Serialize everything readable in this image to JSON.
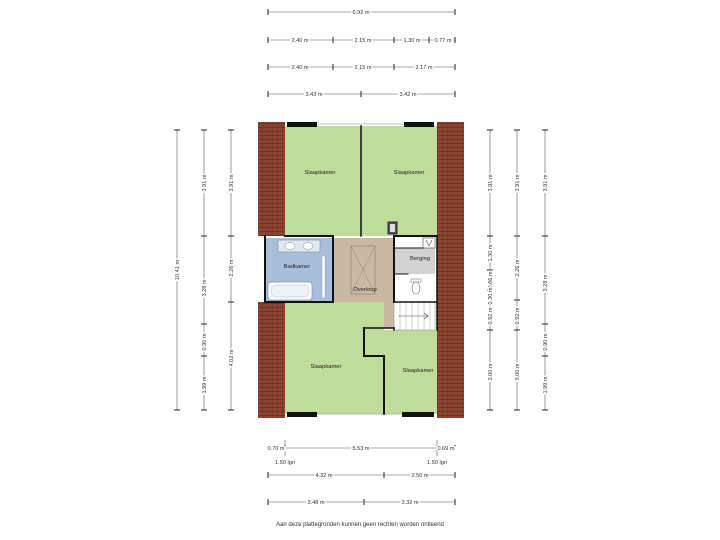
{
  "colors": {
    "bedroom": "#bfdc9a",
    "bathroom": "#a9bfd9",
    "landing": "#c9b8a2",
    "storage": "#d2d2d2",
    "roof": "#8e4432",
    "wall": "#111111",
    "stairs": "#ffffff"
  },
  "dimensions": {
    "top": {
      "overall": "6.92 m",
      "row1": [
        "2.40 m",
        "2.15 m",
        "1.30 m",
        "0.77 m"
      ],
      "row2": [
        "2.40 m",
        "2.15 m",
        "2.17 m"
      ],
      "row3": [
        "3.43 m",
        "3.42 m"
      ]
    },
    "left": {
      "overall": "10.41 m",
      "col1": [
        "3.91 m",
        "3.28 m",
        "0.90 m",
        "1.99 m"
      ],
      "col2": [
        "3.91 m",
        "2.26 m",
        "4.02 m"
      ]
    },
    "right": {
      "col1": [
        "3.91 m",
        "1.30 m",
        "0.66 m",
        "0.30 m",
        "0.92 m",
        "3.00 m"
      ],
      "col2": [
        "3.91 m",
        "2.26 m",
        "0.92 m",
        "3.00 m"
      ],
      "col3": [
        "3.91 m",
        "3.28 m",
        "0.90 m",
        "1.99 m"
      ]
    },
    "bottom": {
      "row1": [
        "0.70 m",
        "5.53 m",
        "0.69 m"
      ],
      "row1_sub": [
        "1.50 lgn",
        "1.50 lgn"
      ],
      "row2": [
        "4.32 m",
        "2.50 m"
      ],
      "row3": [
        "3.48 m",
        "3.32 m"
      ]
    }
  },
  "rooms": {
    "bedroom_nw": "Slaapkamer",
    "bedroom_ne": "Slaapkamer",
    "bathroom": "Badkamer",
    "landing": "Overloop",
    "storage": "Berging",
    "bedroom_sw": "Slaapkamer",
    "bedroom_se": "Slaapkamer"
  },
  "footer": {
    "disclaimer": "Aan deze plattegronden kunnen geen rechten worden ontleend"
  }
}
